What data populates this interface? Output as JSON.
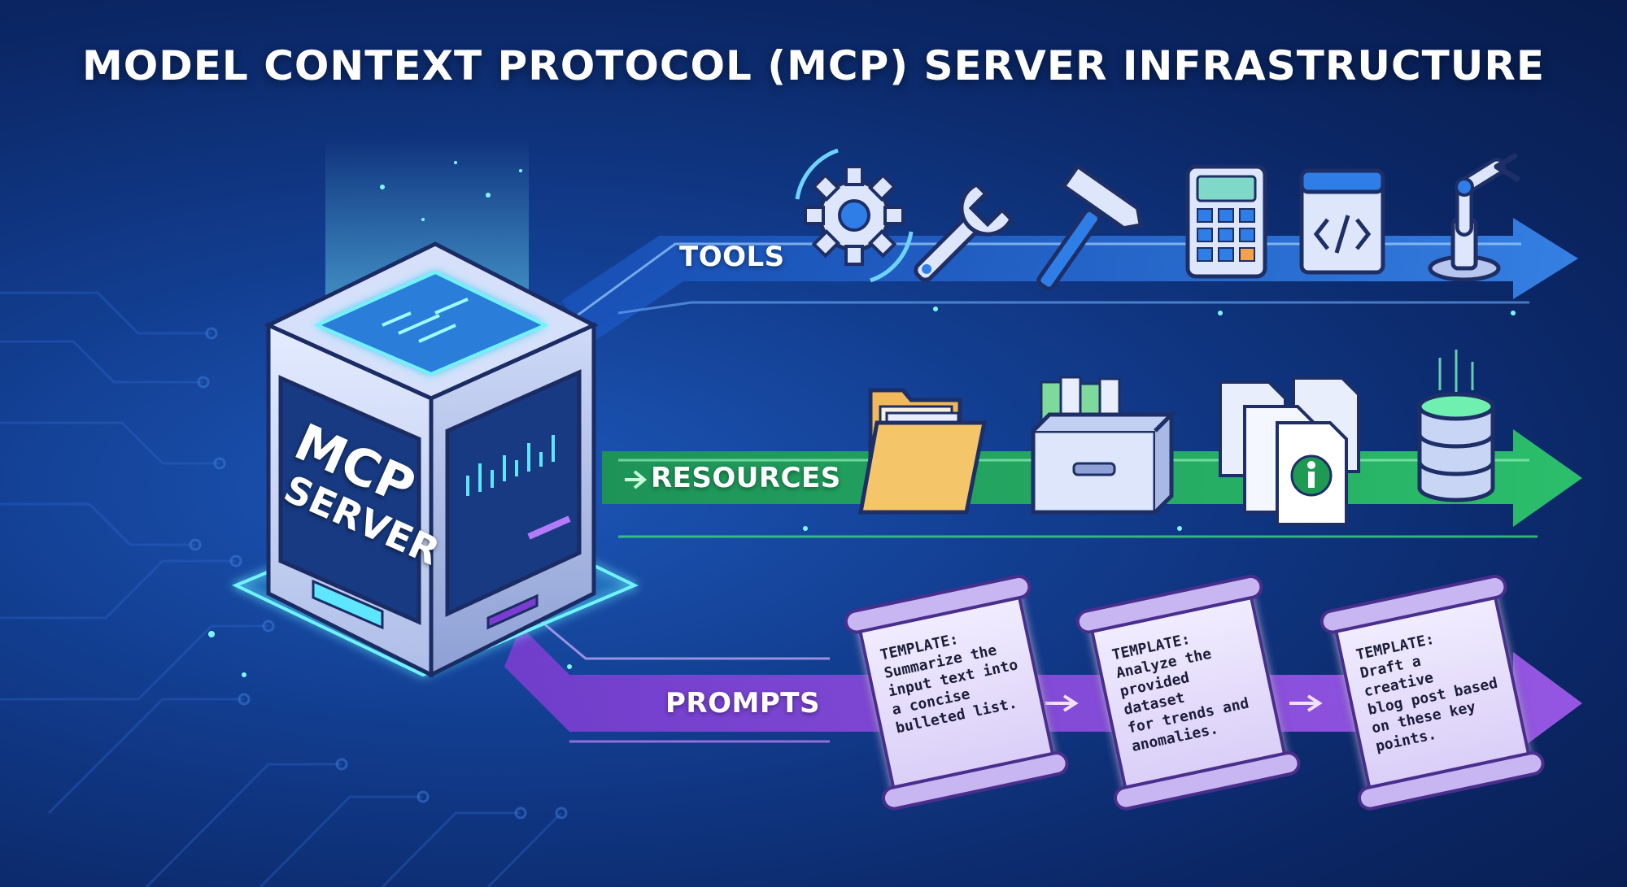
{
  "title": "MODEL CONTEXT PROTOCOL (MCP) SERVER INFRASTRUCTURE",
  "server": {
    "line1": "MCP",
    "line2": "SERVER"
  },
  "lanes": {
    "tools": {
      "label": "TOOLS",
      "color": "#2f7ee8",
      "items": [
        "gear-icon",
        "wrench-icon",
        "hammer-icon",
        "calculator-icon",
        "code-window-icon",
        "robot-arm-icon"
      ]
    },
    "resources": {
      "label": "RESOURCES",
      "color": "#22b35c",
      "items": [
        "folder-icon",
        "file-drawer-icon",
        "info-documents-icon",
        "database-icon"
      ]
    },
    "prompts": {
      "label": "PROMPTS",
      "color": "#9b4fe0",
      "templates": [
        "TEMPLATE:\nSummarize the\ninput text into\na concise\nbulleted list.",
        "TEMPLATE:\nAnalyze the\nprovided dataset\nfor trends and\nanomalies.",
        "TEMPLATE:\nDraft a creative\nblog post based\non these key\npoints."
      ]
    }
  }
}
